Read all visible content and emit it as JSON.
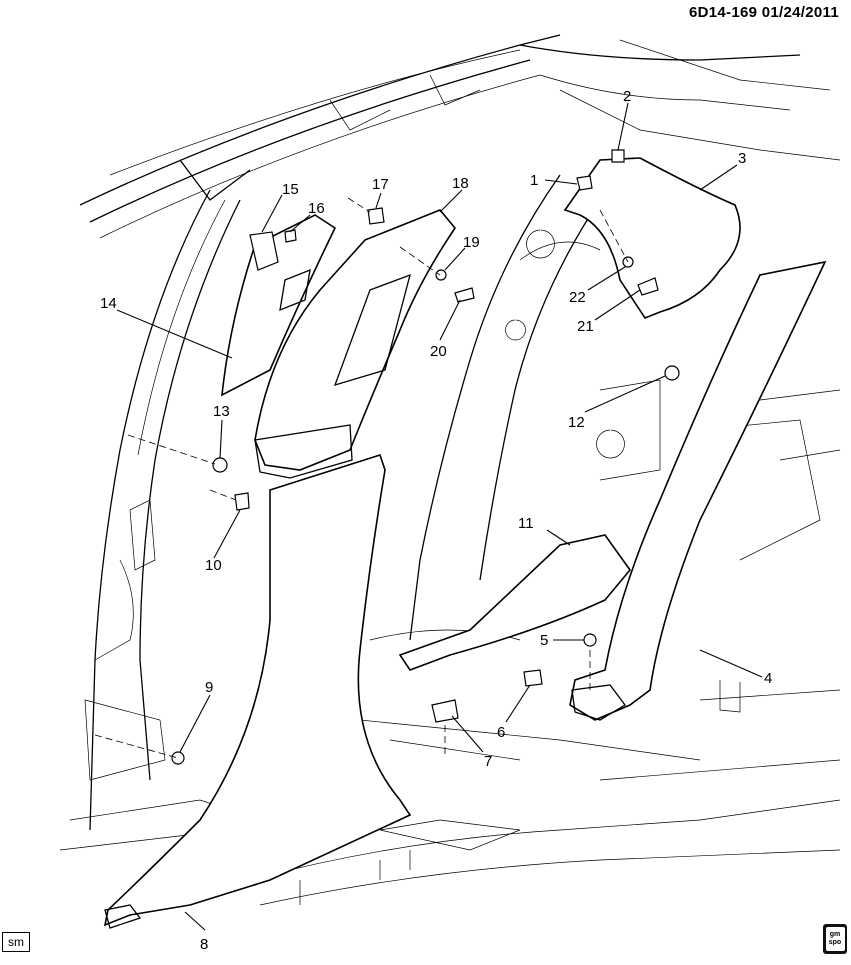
{
  "header": {
    "doc_id": "6D14-169 01/24/2011"
  },
  "footer": {
    "sm_badge": "sm",
    "logo_top": "gm",
    "logo_bottom": "spo"
  },
  "callouts": {
    "c1": "1",
    "c2": "2",
    "c3": "3",
    "c4": "4",
    "c5": "5",
    "c6": "6",
    "c7": "7",
    "c8": "8",
    "c9": "9",
    "c10": "10",
    "c11": "11",
    "c12": "12",
    "c13": "13",
    "c14": "14",
    "c15": "15",
    "c16": "16",
    "c17": "17",
    "c18": "18",
    "c19": "19",
    "c20": "20",
    "c21": "21",
    "c22": "22"
  }
}
